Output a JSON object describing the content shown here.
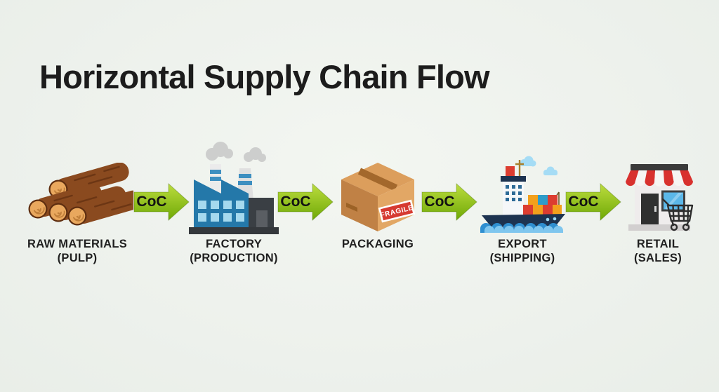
{
  "title": "Horizontal Supply Chain Flow",
  "flow": {
    "stages": [
      {
        "id": "raw-materials",
        "icon": "logs-icon",
        "line1": "RAW MATERIALS",
        "line2": "(PULP)"
      },
      {
        "id": "factory",
        "icon": "factory-icon",
        "line1": "FACTORY",
        "line2": "(PRODUCTION)"
      },
      {
        "id": "packaging",
        "icon": "package-box-icon",
        "line1": "PACKAGING",
        "line2": ""
      },
      {
        "id": "export",
        "icon": "cargo-ship-icon",
        "line1": "EXPORT",
        "line2": "(SHIPPING)"
      },
      {
        "id": "retail",
        "icon": "storefront-icon",
        "line1": "RETAIL",
        "line2": "(SALES)"
      }
    ],
    "arrows": [
      {
        "label": "CoC"
      },
      {
        "label": "CoC"
      },
      {
        "label": "CoC"
      },
      {
        "label": "CoC"
      }
    ],
    "box_sticker": "FRAGILE"
  },
  "colors": {
    "background": "#edf1ec",
    "title_text": "#1c1c1c",
    "arrow_green_top": "#bada3a",
    "arrow_green_bottom": "#72aa06",
    "sticker_red": "#d63a31",
    "factory_blue": "#2478a9",
    "ship_navy": "#1d3350",
    "awning_red": "#d8312e"
  }
}
